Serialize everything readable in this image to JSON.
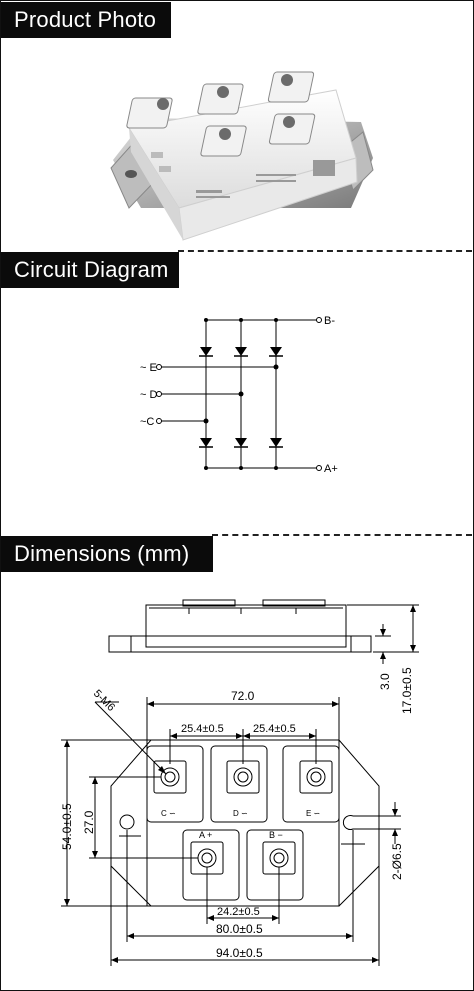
{
  "sections": {
    "photo": {
      "title": "Product Photo"
    },
    "circuit": {
      "title": "Circuit Diagram",
      "labels": {
        "b_minus": "B-",
        "a_plus": "A+",
        "e": "~ E",
        "d": "~ D",
        "c": "~C"
      }
    },
    "dimensions": {
      "title": "Dimensions (mm)",
      "labels": {
        "d_17": "17.0±0.5",
        "d_3": "3.0",
        "d_5m6": "5-M6",
        "d_72": "72.0",
        "d_25_4_left": "25.4±0.5",
        "d_25_4_right": "25.4±0.5",
        "d_54": "54.0±0.5",
        "d_27": "27.0",
        "d_2_65": "2-Ø6.5",
        "d_24_2": "24.2±0.5",
        "d_80": "80.0±0.5",
        "d_94": "94.0±0.5",
        "term_c": "C ∽",
        "term_d": "D ∽",
        "term_e": "E ∽",
        "term_a": "A +",
        "term_b": "B −"
      }
    }
  },
  "colors": {
    "header_bg": "#0b0b0b",
    "module_white": "#f4f4f4",
    "metal": "#9a9a9a"
  }
}
